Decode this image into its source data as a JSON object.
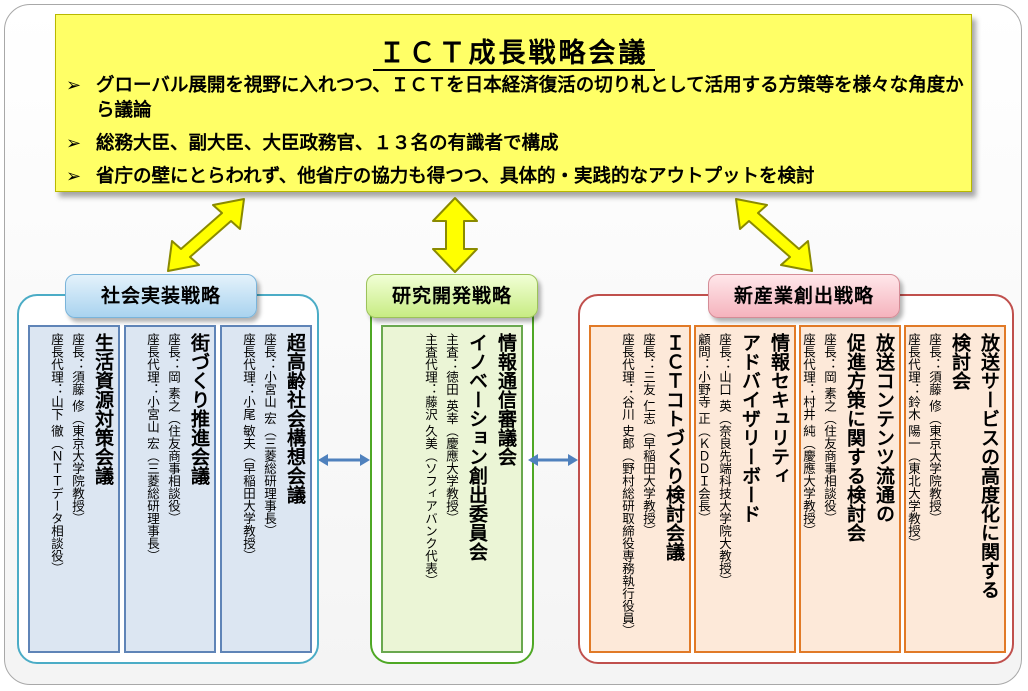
{
  "header": {
    "title": "ＩＣＴ成長戦略会議",
    "bullets": [
      "グローバル展開を視野に入れつつ、ＩＣＴを日本経済復活の切り札として活用する方策等を様々な角度から議論",
      "総務大臣、副大臣、大臣政務官、１３名の有識者で構成",
      "省庁の壁にとらわれず、他省庁の協力も得つつ、具体的・実践的なアウトプットを検討"
    ]
  },
  "groups": {
    "social": {
      "label": "社会実装戦略",
      "boxes": [
        {
          "title": [
            "生活資源対策会議"
          ],
          "chair": "座長：須藤 修（東京大学院教授）",
          "vice": "座長代理：山下 徹（ＮＴＴデータ相談役）"
        },
        {
          "title": [
            "街づくり推進会議"
          ],
          "chair": "座長：岡 素之（住友商事相談役）",
          "vice": "座長代理：小宮山 宏（三菱総研理事長）"
        },
        {
          "title": [
            "超高齢社会構想会議"
          ],
          "chair": "座長：小宮山 宏（三菱総研理事長）",
          "vice": "座長代理：小尾 敏夫（早稲田大学教授）"
        }
      ]
    },
    "research": {
      "label": "研究開発戦略",
      "boxes": [
        {
          "title": [
            "情報通信審議会",
            "イノベーション創出委員会"
          ],
          "chair": "主査：徳田 英幸（慶應大学教授）",
          "vice": "主査代理：藤沢 久美（ソフィアバンク代表）"
        }
      ]
    },
    "new_industry": {
      "label": "新産業創出戦略",
      "boxes": [
        {
          "title": [
            "ＩＣＴコトづくり検討会議"
          ],
          "chair": "座長：三友 仁志（早稲田大学教授）",
          "vice": "座長代理：谷川 史郎（野村総研取締役専務執行役員）"
        },
        {
          "title": [
            "情報セキュリティ",
            "アドバイザリーボード"
          ],
          "chair": "座長：山口 英（奈良先端科技大学院大教授）",
          "vice": "顧問：小野寺 正（ＫＤＤＩ会長）"
        },
        {
          "title": [
            "放送コンテンツ流通の",
            "促進方策に関する検討会"
          ],
          "chair": "座長：岡 素之（住友商事相談役）",
          "vice": "座長代理：村井 純（慶應大学教授）"
        },
        {
          "title": [
            "放送サービスの高度化に関する",
            "検討会"
          ],
          "chair": "座長：須藤 修（東京大学院教授）",
          "vice": "座長代理：鈴木 陽一（東北大学教授）"
        }
      ]
    }
  },
  "colors": {
    "header_fill": "#ffff66",
    "arrow_fill": "#ffff00",
    "social_border": "#4bacc6",
    "research_border": "#4fa825",
    "new_border": "#c0504d",
    "link_arrow": "#4f81bd"
  }
}
